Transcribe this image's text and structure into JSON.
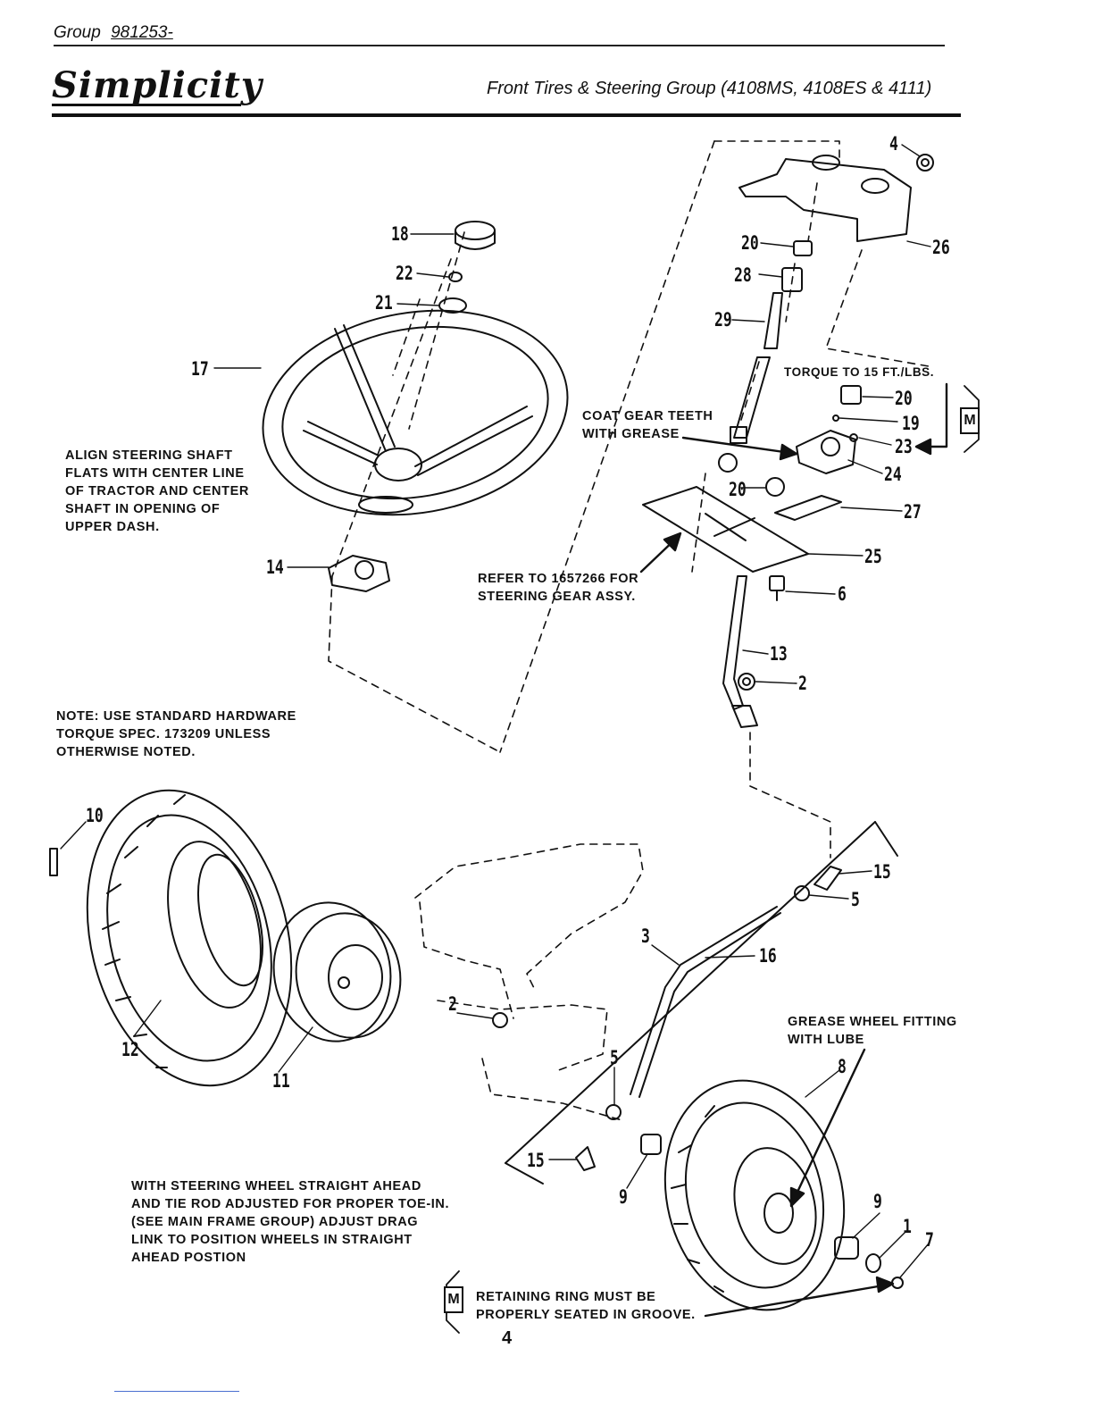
{
  "header": {
    "group_label": "Group",
    "group_number": "981253-",
    "brand": "Simplicity",
    "subtitle": "Front Tires & Steering Group (4108MS, 4108ES & 4111)"
  },
  "notes": {
    "align": "ALIGN STEERING SHAFT\nFLATS WITH CENTER LINE\nOF TRACTOR AND CENTER\nSHAFT IN OPENING OF\nUPPER DASH.",
    "torque": "TORQUE TO 15 FT./LBS.",
    "coat_gear": "COAT GEAR TEETH\nWITH GREASE",
    "refer": "REFER TO 1657266 FOR\nSTEERING GEAR ASSY.",
    "standard_hardware": "NOTE:  USE STANDARD HARDWARE\nTORQUE SPEC. 173209 UNLESS\nOTHERWISE NOTED.",
    "grease_wheel": "GREASE WHEEL FITTING\nWITH LUBE",
    "straight_ahead": "WITH STEERING WHEEL STRAIGHT AHEAD\nAND TIE ROD ADJUSTED FOR PROPER TOE-IN.\n(SEE MAIN FRAME GROUP) ADJUST DRAG\nLINK TO POSITION WHEELS IN STRAIGHT\nAHEAD POSTION",
    "retaining_ring": "RETAINING RING MUST BE\nPROPERLY SEATED IN GROOVE."
  },
  "m_marker": "M",
  "callouts": {
    "c4_top": "4",
    "c18": "18",
    "c22": "22",
    "c21": "21",
    "c17": "17",
    "c14": "14",
    "c20a": "20",
    "c28": "28",
    "c29": "29",
    "c26": "26",
    "c20b": "20",
    "c19": "19",
    "c23": "23",
    "c24": "24",
    "c20c": "20",
    "c27": "27",
    "c25": "25",
    "c6": "6",
    "c13": "13",
    "c2a": "2",
    "c10": "10",
    "c12": "12",
    "c11": "11",
    "c15a": "15",
    "c5a": "5",
    "c3": "3",
    "c16": "16",
    "c2b": "2",
    "c5b": "5",
    "c8": "8",
    "c9a": "9",
    "c9b": "9",
    "c15b": "15",
    "c1": "1",
    "c7": "7"
  },
  "page_number": "4"
}
